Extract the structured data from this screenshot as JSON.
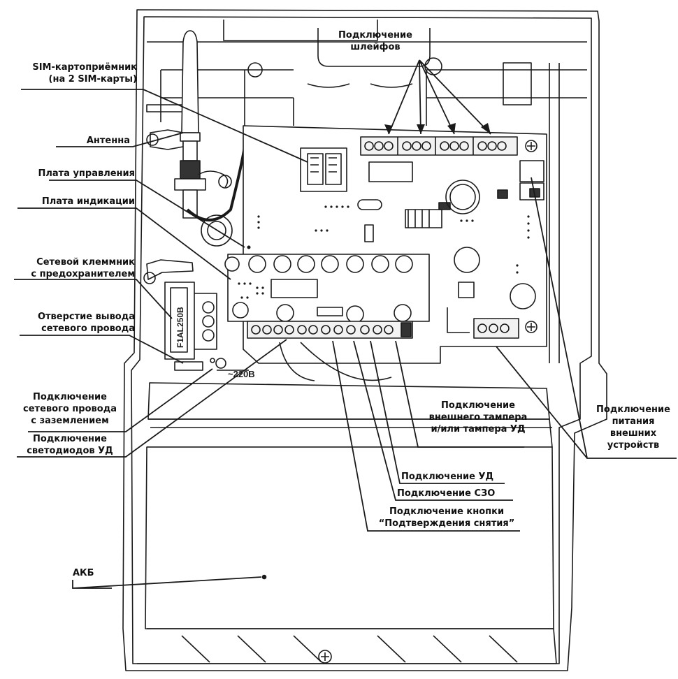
{
  "labels": {
    "sim": [
      "SIM-картоприёмник",
      "(на 2 SIM-карты)"
    ],
    "antenna": "Антенна",
    "control_board": "Плата управления",
    "indication_board": "Плата индикации",
    "mains_terminal": [
      "Сетевой клеммник",
      "с предохранителем"
    ],
    "cable_hole": [
      "Отверстие вывода",
      "сетевого провода"
    ],
    "mains_ground": [
      "Подключение",
      "сетевого провода",
      "с заземлением"
    ],
    "led_ud": [
      "Подключение",
      "светодиодов УД"
    ],
    "loops": [
      "Подключение",
      "шлейфов"
    ],
    "tamper": [
      "Подключение",
      "внешнего тампера",
      "и/или тампера УД"
    ],
    "ext_power": [
      "Подключение",
      "питания",
      "внешних",
      "устройств"
    ],
    "ud": "Подключение УД",
    "szo": "Подключение СЗО",
    "button": [
      "Подключение кнопки",
      "“Подтверждения снятия”"
    ],
    "battery": "АКБ"
  },
  "markings": {
    "fuse": "F1AL250B",
    "voltage": "~220В"
  },
  "colors": {
    "line": "#1a1a1a",
    "board": "#ffffff",
    "housing": "#ffffff",
    "terminal": "#f2f2f2"
  }
}
